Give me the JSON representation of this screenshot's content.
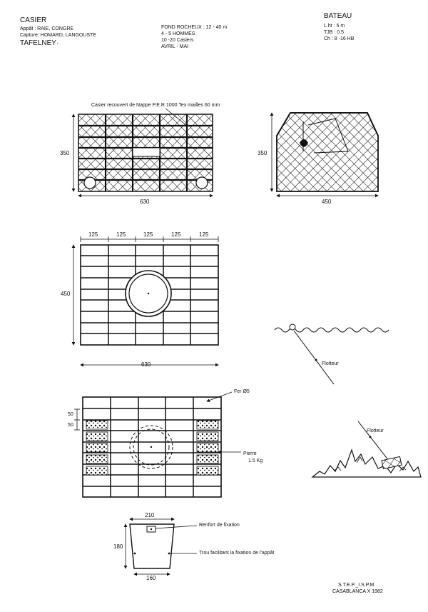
{
  "header": {
    "title": "CASIER",
    "bait": "Appât : RAIE, CONGRE",
    "catch": "Capture: HOMARD, LANGOUSTE",
    "place": "TAFELNEY·",
    "ground": "FOND ROCHEUX : 12 - 40 m",
    "crew": "4 - 5 HOMMES",
    "pots": "10 -20 Casiers",
    "season": "AVRIL - MAI",
    "boat_title": "BATEAU",
    "boat_length": "L.ht : 5 m",
    "boat_tjb": "TJB : 0.5",
    "boat_power": "Ch : 8 -16 HB"
  },
  "net_label": "Casier recouvert de Nappe P.E.R 1000 Tex mailles 60 mm",
  "dims": {
    "front_height": "350",
    "front_width": "630",
    "side_height": "350",
    "side_width": "450",
    "top_cols": [
      "125",
      "125",
      "125",
      "125",
      "125"
    ],
    "top_height": "450",
    "top_width": "630",
    "bottom_row1": "50",
    "bottom_row2": "50",
    "bait_top": "210",
    "bait_height": "180",
    "bait_bottom": "160"
  },
  "labels": {
    "iron": "Fer Ø5",
    "stone": "Pierre",
    "stone_weight": "1.5 Kg",
    "float1": "Flotteur",
    "float2": "Flotteur",
    "reinforce": "Renfort de fixation",
    "hole": "Trou facilitant la fixation de l'appât"
  },
  "footer": {
    "org": "S.T.E.P._I.S.P.M",
    "place_date": "CASABLANCA  X 1982"
  }
}
